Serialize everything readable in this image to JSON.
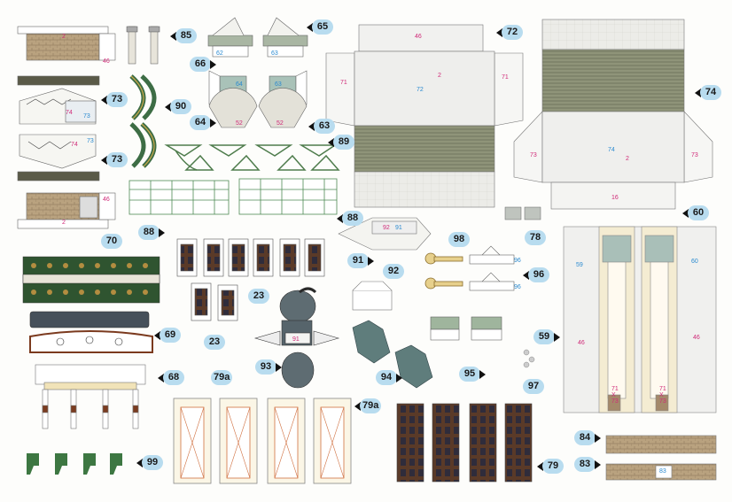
{
  "labels": {
    "p85": "85",
    "p65": "65",
    "p66": "66",
    "p72": "72",
    "p74": "74",
    "p73a": "73",
    "p73b": "73",
    "p90": "90",
    "p64": "64",
    "p63": "63",
    "p89": "89",
    "p88a": "88",
    "p88b": "88",
    "p70": "70",
    "p23a": "23",
    "p23b": "23",
    "p98": "98",
    "p78": "78",
    "p60": "60",
    "p91": "91",
    "p92": "92",
    "p96": "96",
    "p69": "69",
    "p93": "93",
    "p94": "94",
    "p95": "95",
    "p97": "97",
    "p59": "59",
    "p68": "68",
    "p79a1": "79a",
    "p79a2": "79a",
    "p79": "79",
    "p99": "99",
    "p84": "84",
    "p83": "83"
  },
  "piece_marks": {
    "m1": "2",
    "m2": "46",
    "m3": "74",
    "m4": "73",
    "m5": "74",
    "m6": "73",
    "m7": "46",
    "m8": "2",
    "m9": "46",
    "m10": "2",
    "m11": "72",
    "m12": "71",
    "m13": "71",
    "m14": "74",
    "m15": "2",
    "m16": "73",
    "m17": "73",
    "m18": "16",
    "m19": "62",
    "m20": "63",
    "m21": "64",
    "m22": "63",
    "m23": "52",
    "m24": "52",
    "m25": "92",
    "m26": "91",
    "m27": "91",
    "m28": "96",
    "m29": "96",
    "m30": "59",
    "m31": "46",
    "m32": "46",
    "m33": "60",
    "m34": "71\nX\n73",
    "m35": "71\nX\n73",
    "m36": "83"
  },
  "colors": {
    "sheet": "#fdfdfb",
    "stone": "#b39a78",
    "slate": "#8c9178",
    "trim": "#d9d6c9",
    "green": "#43733c",
    "bronze": "#7b5a2e",
    "window": "#4b3324",
    "label_bubble": "#b8dcef",
    "ivory": "#f4ecd2",
    "blue_grey": "#6f8a8a"
  }
}
